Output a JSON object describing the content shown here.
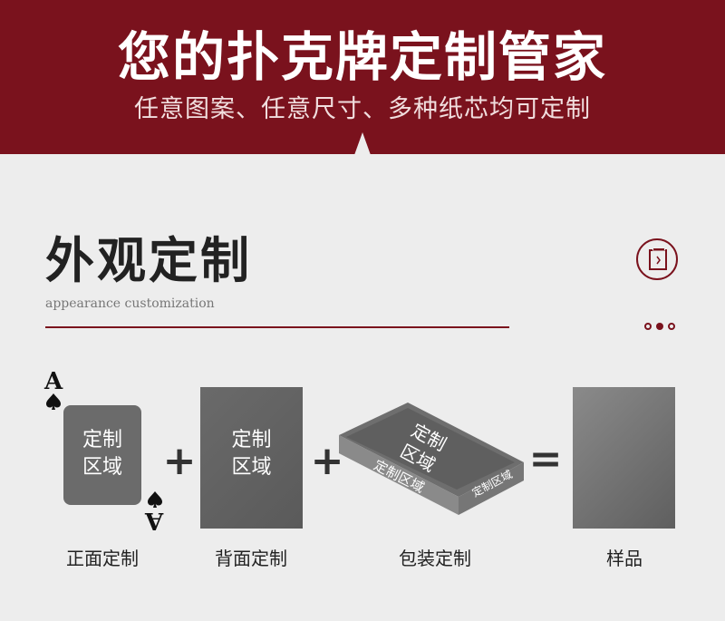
{
  "banner": {
    "title": "您的扑克牌定制管家",
    "subtitle": "任意图案、任意尺寸、多种纸芯均可定制"
  },
  "section": {
    "title": "外观定制",
    "subtitle": "appearance customization"
  },
  "colors": {
    "brand": "#7a121d",
    "background": "#ededed",
    "card_gray": "#6b6b6b"
  },
  "card_front": {
    "area_line1": "定制",
    "area_line2": "区域",
    "rank": "A",
    "suit_icon": "spade-icon"
  },
  "card_back": {
    "area_line1": "定制",
    "area_line2": "区域"
  },
  "box": {
    "top_line1": "定制",
    "top_line2": "区域",
    "front_label": "定制区域",
    "side_label": "定制区域"
  },
  "operators": {
    "plus": "+",
    "equals": "="
  },
  "captions": {
    "front": "正面定制",
    "back": "背面定制",
    "package": "包装定制",
    "sample": "样品"
  }
}
